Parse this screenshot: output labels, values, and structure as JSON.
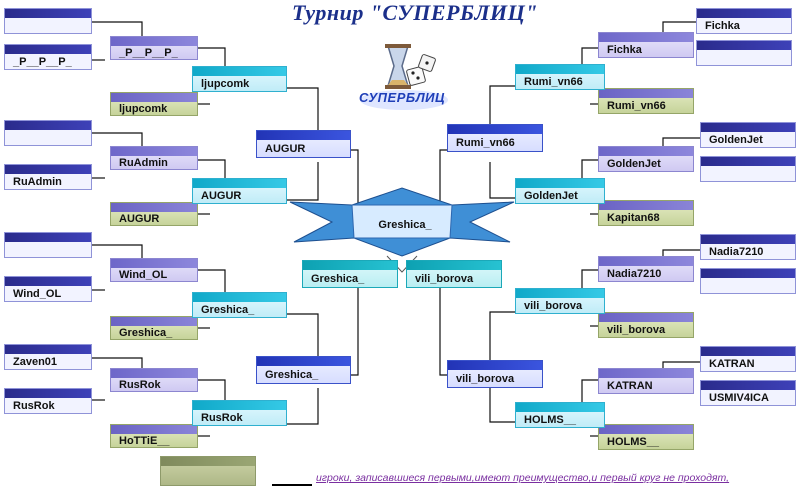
{
  "title": "Турнир \"СУПЕРБЛИЦ\"",
  "logo": {
    "text": "СУПЕРБЛИЦ",
    "icon": "hourglass-dice-icon"
  },
  "note": "игроки, записавшиеся первыми,имеют преимущество,и первый круг не проходят,",
  "champion": "Greshica_",
  "boxes": [
    {
      "id": "l1a",
      "label": "",
      "style": "c-blue"
    },
    {
      "id": "l1b",
      "label": "_P__P__P_",
      "style": "c-blue"
    },
    {
      "id": "l2a",
      "label": "_P__P__P_",
      "style": "c-lav"
    },
    {
      "id": "l2b",
      "label": "ljupcomk",
      "style": "c-olive"
    },
    {
      "id": "l3a",
      "label": "ljupcomk",
      "style": "c-cyan"
    },
    {
      "id": "l4a",
      "label": "AUGUR",
      "style": "c-royal"
    },
    {
      "id": "l1c",
      "label": "",
      "style": "c-blue"
    },
    {
      "id": "l1d",
      "label": "RuAdmin",
      "style": "c-blue"
    },
    {
      "id": "l2c",
      "label": "RuAdmin",
      "style": "c-lav"
    },
    {
      "id": "l2d",
      "label": "AUGUR",
      "style": "c-olive"
    },
    {
      "id": "l3b",
      "label": "AUGUR",
      "style": "c-cyan"
    },
    {
      "id": "l1e",
      "label": "",
      "style": "c-blue"
    },
    {
      "id": "l1f",
      "label": "Wind_OL",
      "style": "c-blue"
    },
    {
      "id": "l2e",
      "label": "Wind_OL",
      "style": "c-lav"
    },
    {
      "id": "l2f",
      "label": "Greshica_",
      "style": "c-olive"
    },
    {
      "id": "l3c",
      "label": "Greshica_",
      "style": "c-cyan"
    },
    {
      "id": "l4b",
      "label": "Greshica_",
      "style": "c-royal"
    },
    {
      "id": "l1g",
      "label": "Zaven01",
      "style": "c-blue"
    },
    {
      "id": "l1h",
      "label": "RusRok",
      "style": "c-blue"
    },
    {
      "id": "l2g",
      "label": "RusRok",
      "style": "c-lav"
    },
    {
      "id": "l2h",
      "label": "HoTTiE__",
      "style": "c-olive"
    },
    {
      "id": "l3d",
      "label": "RusRok",
      "style": "c-cyan"
    },
    {
      "id": "lx",
      "label": "",
      "style": "c-sage"
    },
    {
      "id": "sf_l",
      "label": "Greshica_",
      "style": "c-teal"
    },
    {
      "id": "sf_r",
      "label": "vili_borova",
      "style": "c-teal"
    },
    {
      "id": "r1a",
      "label": "Fichka",
      "style": "c-blue"
    },
    {
      "id": "r1b",
      "label": "",
      "style": "c-blue"
    },
    {
      "id": "r2a",
      "label": "Fichka",
      "style": "c-lav"
    },
    {
      "id": "r2b",
      "label": "Rumi_vn66",
      "style": "c-olive"
    },
    {
      "id": "r3a",
      "label": "Rumi_vn66",
      "style": "c-cyan"
    },
    {
      "id": "r4a",
      "label": "Rumi_vn66",
      "style": "c-royal"
    },
    {
      "id": "r1c",
      "label": "GoldenJet",
      "style": "c-blue"
    },
    {
      "id": "r1d",
      "label": "",
      "style": "c-blue"
    },
    {
      "id": "r2c",
      "label": "GoldenJet",
      "style": "c-lav"
    },
    {
      "id": "r2d",
      "label": "Kapitan68",
      "style": "c-olive"
    },
    {
      "id": "r3b",
      "label": "GoldenJet",
      "style": "c-cyan"
    },
    {
      "id": "r1e",
      "label": "Nadia7210",
      "style": "c-blue"
    },
    {
      "id": "r1f",
      "label": "",
      "style": "c-blue"
    },
    {
      "id": "r2e",
      "label": "Nadia7210",
      "style": "c-lav"
    },
    {
      "id": "r2f",
      "label": "vili_borova",
      "style": "c-olive"
    },
    {
      "id": "r3c",
      "label": "vili_borova",
      "style": "c-cyan"
    },
    {
      "id": "r4b",
      "label": "vili_borova",
      "style": "c-royal"
    },
    {
      "id": "r1g",
      "label": "KATRAN",
      "style": "c-blue"
    },
    {
      "id": "r1h",
      "label": "USMIV4ICA",
      "style": "c-blue"
    },
    {
      "id": "r2g",
      "label": "KATRAN",
      "style": "c-lav"
    },
    {
      "id": "r2h",
      "label": "HOLMS__",
      "style": "c-olive"
    },
    {
      "id": "r3d",
      "label": "HOLMS__",
      "style": "c-cyan"
    }
  ]
}
